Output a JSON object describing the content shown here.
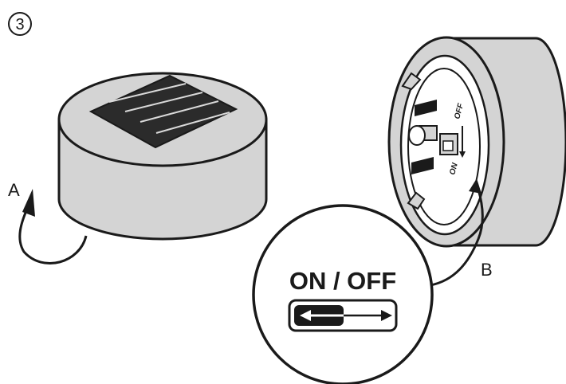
{
  "step_number": "3",
  "labels": {
    "a": "A",
    "b": "B",
    "switch_title": "ON / OFF",
    "off_small": "OFF",
    "on_small": "ON"
  },
  "colors": {
    "light_body": "#d4d4d4",
    "outline": "#1a1a1a",
    "solar_panel": "#2b2b2b",
    "panel_lines": "#d9d9d9"
  }
}
